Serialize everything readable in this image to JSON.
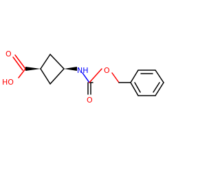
{
  "molecule": {
    "atoms": {
      "carbonyl_o_acid": "O",
      "hydroxyl": "HO",
      "amine": "NH",
      "carbonyl_o_carbamate": "O",
      "ester_o": "O"
    },
    "colors": {
      "bond": "#000000",
      "oxygen": "#ff0000",
      "nitrogen": "#0000ff"
    }
  }
}
